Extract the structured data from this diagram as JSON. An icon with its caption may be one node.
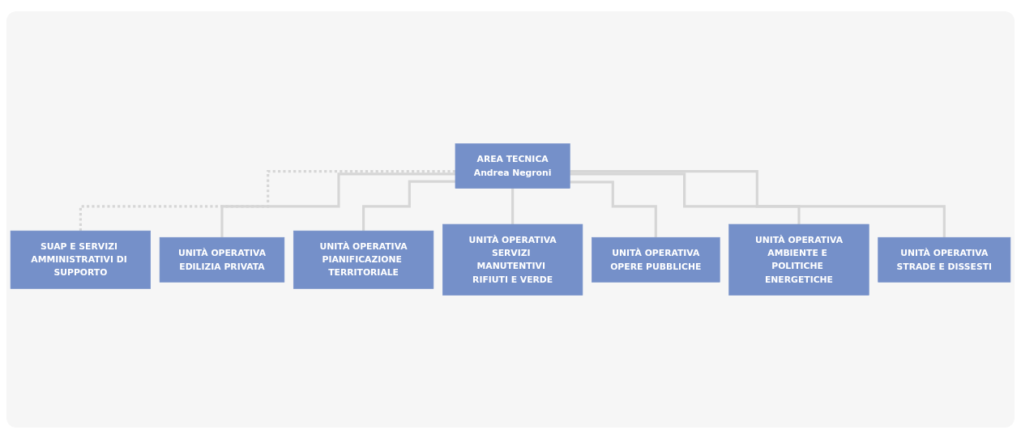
{
  "diagram": {
    "nodes": [
      {
        "text": [
          "AREA TECNICA",
          "Andrea Negroni"
        ]
      },
      {
        "text": [
          "SUAP E SERVIZI AMMINISTRATIVI DI SUPPORTO"
        ]
      },
      {
        "text": [
          "UNITÀ OPERATIVA",
          "EDILIZIA PRIVATA"
        ]
      },
      {
        "text": [
          "UNITÀ OPERATIVA",
          "PIANIFICAZIONE TERRITORIALE"
        ]
      },
      {
        "text": [
          "UNITÀ OPERATIVA",
          "SERVIZI MANUTENTIVI RIFIUTI E VERDE"
        ]
      },
      {
        "text": [
          "UNITÀ OPERATIVA",
          "OPERE PUBBLICHE"
        ]
      },
      {
        "text": [
          "UNITÀ OPERATIVA",
          "AMBIENTE E POLITICHE ENERGETICHE"
        ]
      },
      {
        "text": [
          "UNITÀ OPERATIVA",
          "STRADE E DISSESTI"
        ]
      }
    ],
    "edges": [
      {
        "from": 0,
        "to": 1,
        "arrow": "none",
        "style": "dashed"
      },
      {
        "from": 0,
        "to": 2,
        "arrow": "none"
      },
      {
        "from": 0,
        "to": 3,
        "arrow": "none"
      },
      {
        "from": 0,
        "to": 4,
        "arrow": "none"
      },
      {
        "from": 0,
        "to": 5,
        "arrow": "none"
      },
      {
        "from": 0,
        "to": 6,
        "arrow": "none"
      },
      {
        "from": 0,
        "to": 7,
        "arrow": "none"
      }
    ]
  }
}
